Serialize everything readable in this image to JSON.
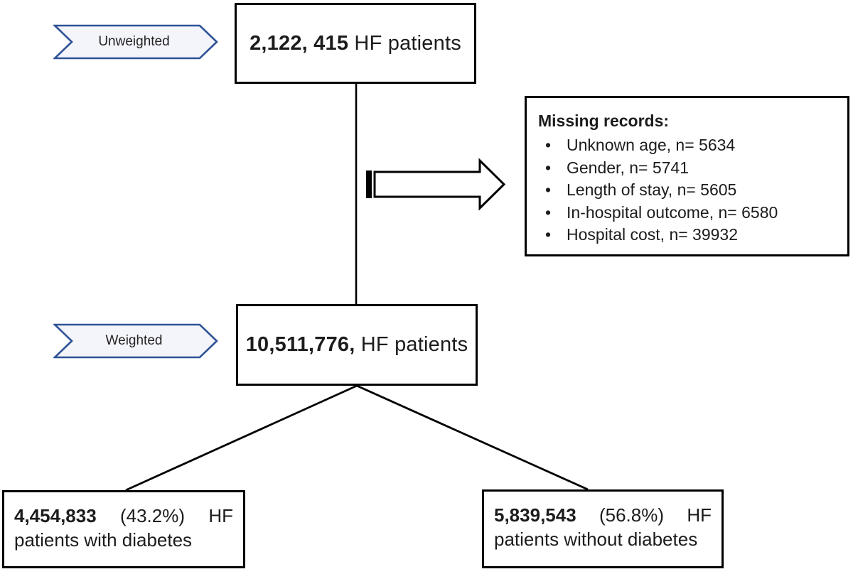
{
  "figure": {
    "labels": {
      "unweighted": "Unweighted",
      "weighted": "Weighted"
    },
    "boxes": {
      "unweighted_total": {
        "number": "2,122, 415",
        "text": "HF patients"
      },
      "weighted_total": {
        "number": "10,511,776,",
        "text": "HF patients"
      },
      "diabetes": {
        "number": "4,454,833",
        "percent": "(43.2%)",
        "unit": "HF",
        "line2": "patients with diabetes"
      },
      "no_diabetes": {
        "number": "5,839,543",
        "percent": "(56.8%)",
        "unit": "HF",
        "line2": "patients without diabetes"
      }
    },
    "missing": {
      "title": "Missing records:",
      "bullet": "•",
      "items": [
        "Unknown age, n= 5634",
        "Gender, n= 5741",
        "Length of stay, n= 5605",
        "In-hospital outcome, n= 6580",
        "Hospital cost, n= 39932"
      ]
    },
    "colors": {
      "chevron_border": "#2E5395",
      "chevron_fill": "#F4F4FB",
      "line": "#000000"
    }
  }
}
